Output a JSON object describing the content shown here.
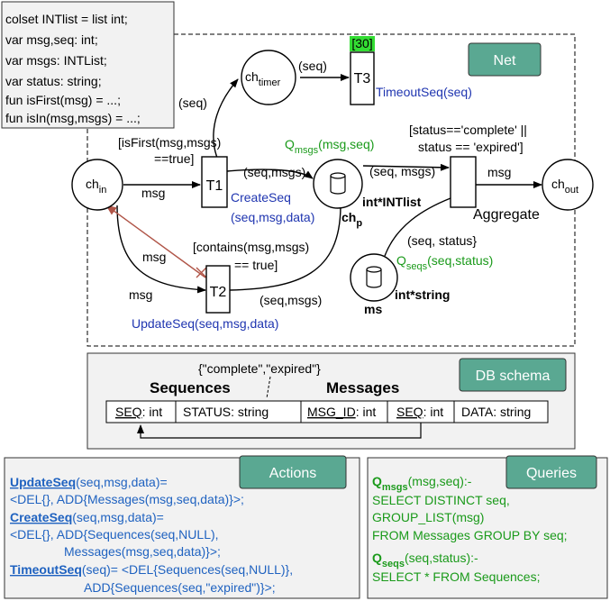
{
  "decl": {
    "lines": [
      "colset INTlist = list int;",
      "var msg,seq: int;",
      "var msgs: INTList;",
      "var status: string;",
      "fun isFirst(msg) = ...;",
      "fun isIn(msg,msgs) = ...;"
    ]
  },
  "net": {
    "label": "Net",
    "places": {
      "ch_in": {
        "base": "ch",
        "sub": "in"
      },
      "ch_timer": {
        "base": "ch",
        "sub": "timer"
      },
      "ch_out": {
        "base": "ch",
        "sub": "out"
      },
      "ch_p": {
        "base": "ch",
        "sub": "p",
        "type": "int*INTlist"
      },
      "ms": {
        "name": "ms",
        "type": "int*string"
      }
    },
    "transitions": {
      "t1": "T1",
      "t2": "T2",
      "t3": "T3",
      "aggregate": "Aggregate"
    },
    "timer_tag": "[30]",
    "actions": {
      "t1": "CreateSeq",
      "t1_params": "(seq,msg,data)",
      "t2": "UpdateSeq(seq,msg,data)",
      "t3": "TimeoutSeq(seq)"
    },
    "queries": {
      "msgs_base": "Q",
      "msgs_sub": "msgs",
      "msgs_args": "(msg,seq)",
      "seqs_base": "Q",
      "seqs_sub": "seqs",
      "seqs_args": "(seq,status)"
    },
    "guards": {
      "t1_line1": "[isFirst(msg,msgs)",
      "t1_line2": "==true]",
      "t2_line1": "[contains(msg,msgs)",
      "t2_line2": "== true]",
      "agg_line1": "[status=='complete' ||",
      "agg_line2": "status == 'expired']"
    },
    "arcs": {
      "chin_t1": "msg",
      "chin_t2_upper": "msg",
      "chin_t2_lower": "msg",
      "t1_timer": "(seq)",
      "timer_t3": "(seq)",
      "t1_chp": "(seq,msgs)",
      "t2_chp": "(seq,msgs)",
      "chp_agg": "(seq, msgs)",
      "agg_out": "msg",
      "ms_agg": "(seq, status}"
    }
  },
  "db": {
    "label": "DB schema",
    "enum_note": "{\"complete\",\"expired\"}",
    "sequences": {
      "title": "Sequences",
      "cols": [
        "SEQ: int",
        "STATUS: string"
      ],
      "key_names": [
        "SEQ"
      ],
      "col_rest": [
        ": int",
        ""
      ]
    },
    "messages": {
      "title": "Messages",
      "cols": [
        "MSG_ID: int",
        "SEQ: int",
        "DATA: string"
      ],
      "key_names": [
        "MSG_ID",
        "SEQ"
      ],
      "col_rest": [
        ": int",
        ": int"
      ]
    }
  },
  "actions_panel": {
    "label": "Actions",
    "update_name": "UpdateSeq",
    "update_args": "(seq,msg,data)=",
    "update_body": "<DEL{}, ADD{Messages(msg,seq,data)}>;",
    "create_name": "CreateSeq",
    "create_args": "(seq,msg,data)=",
    "create_body1": "<DEL{}, ADD{Sequences(seq,NULL),",
    "create_body2": "Messages(msg,seq,data)}>;",
    "timeout_name": "TimeoutSeq",
    "timeout_args": "(seq)= <DEL{Sequences(seq,NULL)},",
    "timeout_body": "ADD{Sequences(seq,\"expired\")}>;"
  },
  "queries_panel": {
    "label": "Queries",
    "q1_base": "Q",
    "q1_sub": "msgs",
    "q1_args": "(msg,seq):-",
    "q1_l1": "SELECT DISTINCT seq,",
    "q1_l2": "GROUP_LIST(msg)",
    "q1_l3": "FROM Messages GROUP BY seq;",
    "q2_base": "Q",
    "q2_sub": "seqs",
    "q2_args": "(seq,status):-",
    "q2_l1": "SELECT * FROM Sequences;"
  },
  "colors": {
    "teal": "#5aa892",
    "timer_green": "#33dd33",
    "blue": "#1f35b0",
    "green": "#1a9a1a",
    "action_blue": "#1f62c0",
    "red_arc": "#b05548"
  }
}
